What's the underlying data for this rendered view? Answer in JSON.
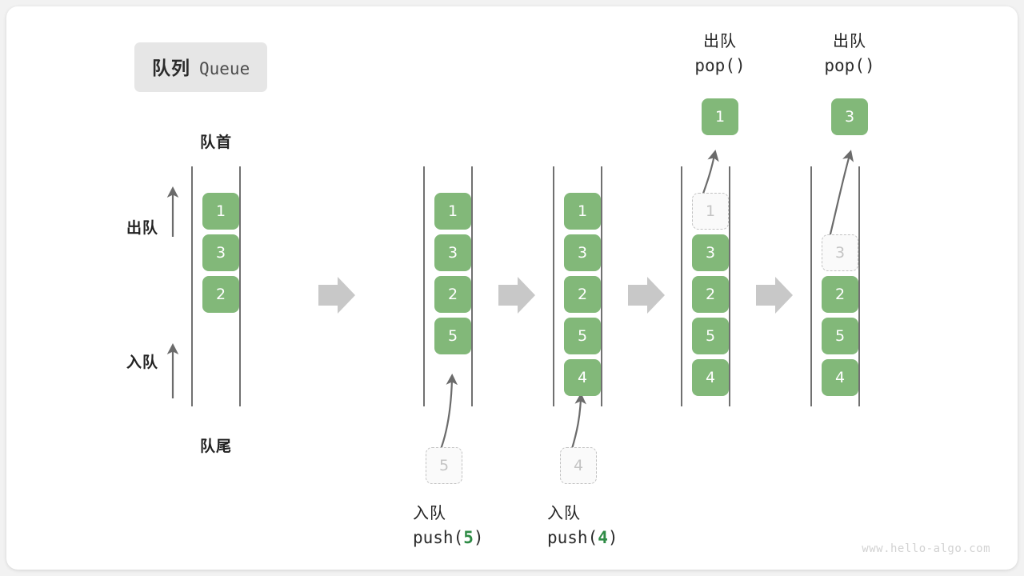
{
  "title": {
    "cn": "队列",
    "en": "Queue"
  },
  "captions": {
    "head": "队首",
    "tail": "队尾"
  },
  "side_labels": {
    "dequeue": "出队",
    "enqueue": "入队"
  },
  "colors": {
    "element_fill": "#82b879",
    "element_text": "#ffffff",
    "ghost_border": "#c2c2c2",
    "ghost_text": "#c4c4c4",
    "rail": "#4d4d4d",
    "arrow_gray": "#6b6b6b",
    "step_arrow": "#c8c8c8",
    "accent_green": "#2e8b45",
    "chip_bg": "#e6e6e6",
    "watermark": "#d2d2d2"
  },
  "stages": [
    {
      "name": "initial",
      "items": [
        "1",
        "3",
        "2"
      ],
      "ghost": null,
      "header": null,
      "caption": null
    },
    {
      "name": "push-5",
      "items": [
        "1",
        "3",
        "2",
        "5"
      ],
      "ghost": {
        "value": "5",
        "position": "below"
      },
      "header": null,
      "caption": {
        "cn": "入队",
        "fn_prefix": "push(",
        "arg": "5",
        "fn_suffix": ")"
      }
    },
    {
      "name": "push-4",
      "items": [
        "1",
        "3",
        "2",
        "5",
        "4"
      ],
      "ghost": {
        "value": "4",
        "position": "below"
      },
      "header": null,
      "caption": {
        "cn": "入队",
        "fn_prefix": "push(",
        "arg": "4",
        "fn_suffix": ")"
      }
    },
    {
      "name": "pop-1",
      "items": [
        "3",
        "2",
        "5",
        "4"
      ],
      "ghost": {
        "value": "1",
        "position": "slot0"
      },
      "popped": "1",
      "header": {
        "cn": "出队",
        "fn": "pop()"
      },
      "caption": null
    },
    {
      "name": "pop-3",
      "items": [
        "2",
        "5",
        "4"
      ],
      "ghost": {
        "value": "3",
        "position": "slot1"
      },
      "popped": "3",
      "header": {
        "cn": "出队",
        "fn": "pop()"
      },
      "caption": null
    }
  ],
  "watermark": "www.hello-algo.com"
}
